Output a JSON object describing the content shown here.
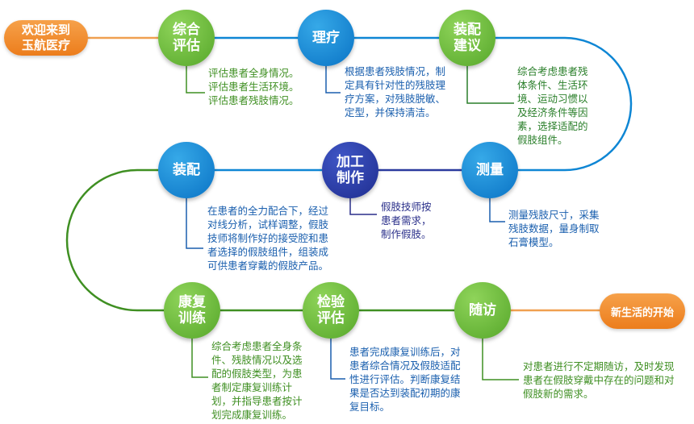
{
  "start_label": "欢迎来到\n玉航医疗",
  "end_label": "新生活的开始",
  "colors": {
    "green": "#5bb32b",
    "blue": "#0e86d4",
    "navy": "#2a3a9e",
    "orange": "#f08a24",
    "gray": "#bcbcbc"
  },
  "steps": {
    "assess": {
      "label": "综合\n评估",
      "desc": "评估患者全身情况。\n评估患者生活环境。\n评估患者残肢情况。"
    },
    "treat": {
      "label": "理疗",
      "desc": "根据患者残肢情况，制\n定具有针对性的残肢理\n疗方案，对残肢脱敏、\n定型，并保持清洁。"
    },
    "suggest": {
      "label": "装配\n建议",
      "desc": "综合考虑患者残\n体条件、生活环\n境、运动习惯以\n及经济条件等因\n素，选择适配的\n假肢组件。"
    },
    "measure": {
      "label": "测量",
      "desc": "测量残肢尺寸，采集\n残肢数据，量身制取\n石膏模型。"
    },
    "make": {
      "label": "加工\n制作",
      "desc": "假肢技师按\n患者需求，\n制作假肢。"
    },
    "fit": {
      "label": "装配",
      "desc": "在患者的全力配合下，经过\n对线分析，试样调整，假肢\n技师将制作好的接受腔和患\n者选择的假肢组件，组装成\n可供患者穿戴的假肢产品。"
    },
    "rehab": {
      "label": "康复\n训练",
      "desc": "综合考虑患者全身条\n件、残肢情况以及选\n配的假肢类型，为患\n者制定康复训练计\n划，并指导患者按计\n划完成康复训练。"
    },
    "check": {
      "label": "检验\n评估",
      "desc": "患者完成康复训练后，对\n患者综合情况及假肢适配\n性进行评估。判断康复结\n果是否达到装配初期的康\n复目标。"
    },
    "follow": {
      "label": "随访",
      "desc": "对患者进行不定期随访，及时发现\n患者在假肢穿戴中存在的问题和对\n假肢新的需求。"
    }
  }
}
